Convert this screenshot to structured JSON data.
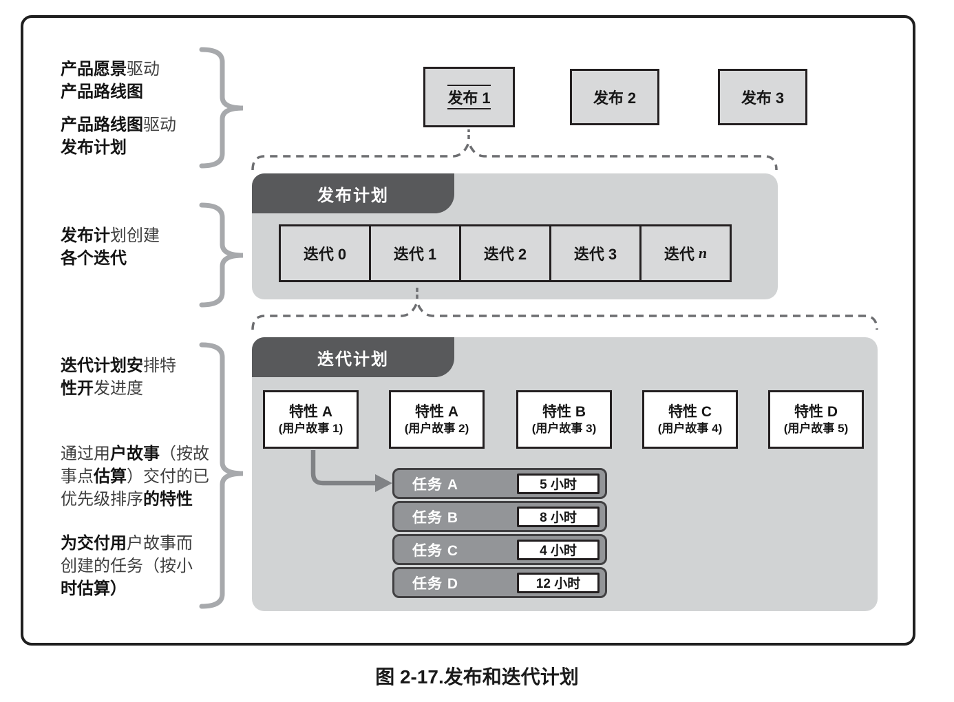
{
  "caption": "图 2-17.发布和迭代计划",
  "annotations": {
    "block1": {
      "l1_b": "产品愿景",
      "l1_r": "驱动",
      "l2_b": "产品路线图",
      "l3_b": "产品路线图",
      "l3_r": "驱动",
      "l4_b": "发布计划"
    },
    "block2": {
      "l1_b": "发布计",
      "l1_r": "划创建",
      "l2_b": "各个迭代"
    },
    "block3": {
      "l1_b": "迭代计划安",
      "l1_r": "排特",
      "l2_b": "性开",
      "l2_r": "发进度"
    },
    "block4": {
      "l1_r1": "通过用",
      "l1_b": "户故事",
      "l1_r2": "（按故",
      "l2_r1": "事点",
      "l2_b": "估算",
      "l2_r2": "）交付的已",
      "l3_r": "优先级排序",
      "l3_b": "的特性"
    },
    "block5": {
      "l1_b": "为交付用",
      "l1_r": "户故事而",
      "l2_r": "创建的任务（按小",
      "l3_b": "时估算）"
    }
  },
  "releases": [
    {
      "label": "发布 1"
    },
    {
      "label": "发布 2"
    },
    {
      "label": "发布 3"
    }
  ],
  "release_plan": {
    "tab": "发布计划",
    "iterations": [
      {
        "label": "迭代 0"
      },
      {
        "label": "迭代 1"
      },
      {
        "label": "迭代 2"
      },
      {
        "label": "迭代 3"
      },
      {
        "label": "迭代",
        "suffix": "n"
      }
    ]
  },
  "iteration_plan": {
    "tab": "迭代计划",
    "features": [
      {
        "name": "特性 A",
        "story": "(用户故事 1)"
      },
      {
        "name": "特性 A",
        "story": "(用户故事 2)"
      },
      {
        "name": "特性 B",
        "story": "(用户故事 3)"
      },
      {
        "name": "特性 C",
        "story": "(用户故事 4)"
      },
      {
        "name": "特性 D",
        "story": "(用户故事 5)"
      }
    ],
    "tasks": [
      {
        "name": "任务 A",
        "hours": "5 小时"
      },
      {
        "name": "任务 B",
        "hours": "8 小时"
      },
      {
        "name": "任务 C",
        "hours": "4 小时"
      },
      {
        "name": "任务 D",
        "hours": "12 小时"
      }
    ]
  },
  "colors": {
    "frame_border": "#1f1f1f",
    "container_gray": "#d1d3d4",
    "tab_gray": "#58595b",
    "box_fill": "#d8d9da",
    "box_border": "#231f20",
    "task_fill": "#939598",
    "task_border": "#414042",
    "brace_gray": "#a7a9ac",
    "dashed_gray": "#6d6e71",
    "arrow_gray": "#808285",
    "text_bold": "#141414",
    "text_regular": "#3f3f3f"
  }
}
